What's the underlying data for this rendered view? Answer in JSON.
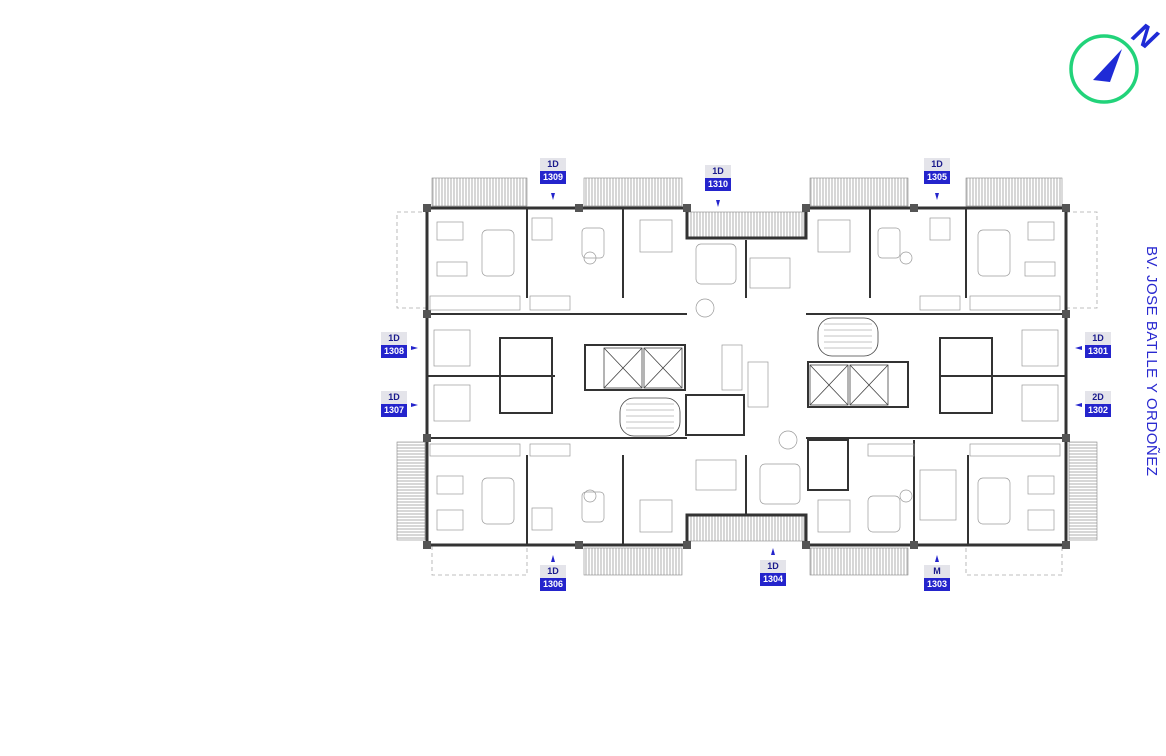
{
  "compass": {
    "label": "N",
    "ring_color": "#22d37a",
    "needle_color": "#1f2bd6",
    "icon": "north-arrow-icon"
  },
  "street_name": "BV. JOSE BATLLE Y ORDOÑEZ",
  "colors": {
    "tag_bg": "#2424cc",
    "tag_type_bg": "#e4e4ea",
    "wall": "#333333",
    "furniture": "#999999"
  },
  "units": [
    {
      "type": "1D",
      "number": "1309"
    },
    {
      "type": "1D",
      "number": "1310"
    },
    {
      "type": "1D",
      "number": "1305"
    },
    {
      "type": "1D",
      "number": "1308"
    },
    {
      "type": "1D",
      "number": "1307"
    },
    {
      "type": "1D",
      "number": "1301"
    },
    {
      "type": "2D",
      "number": "1302"
    },
    {
      "type": "1D",
      "number": "1306"
    },
    {
      "type": "1D",
      "number": "1304"
    },
    {
      "type": "M",
      "number": "1303"
    }
  ]
}
